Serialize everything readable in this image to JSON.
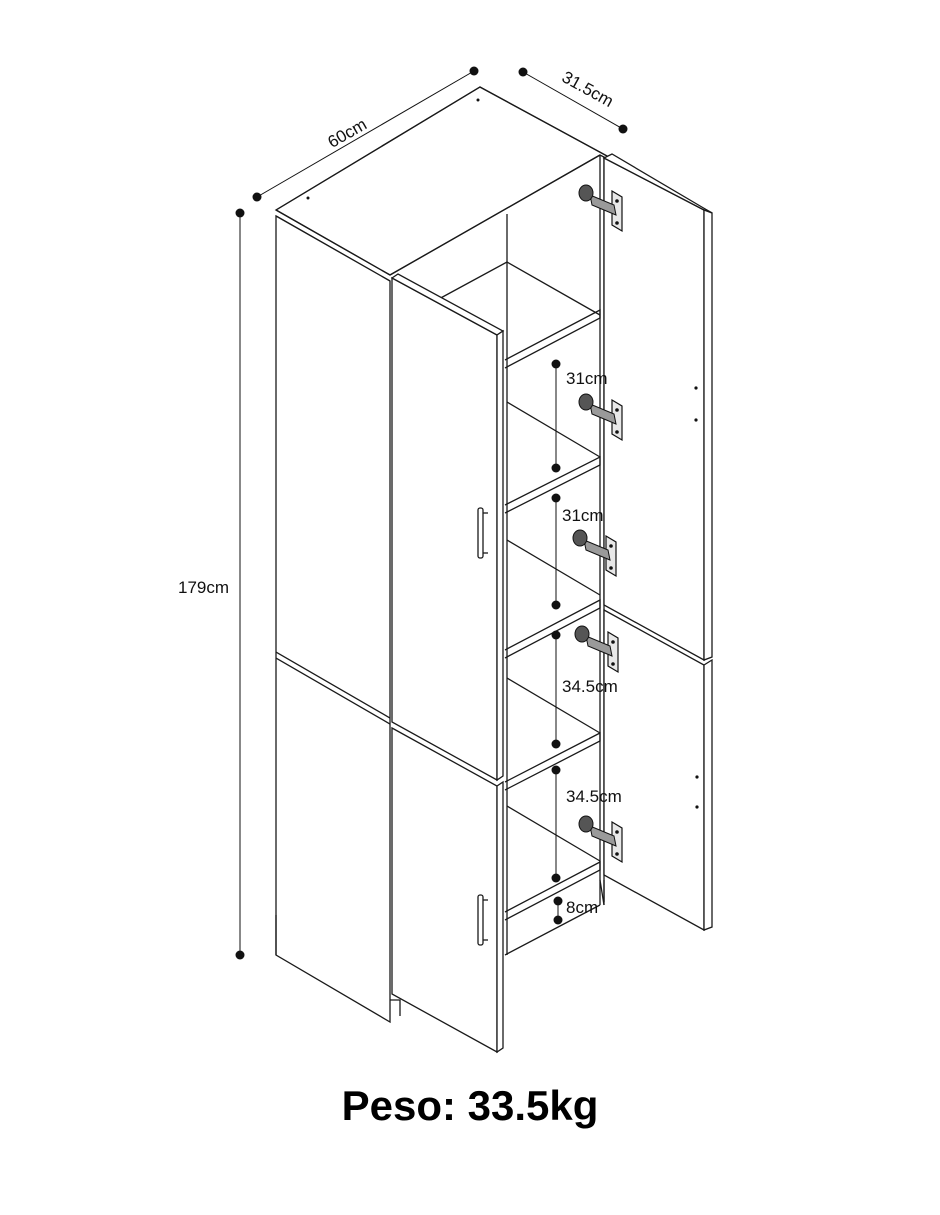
{
  "dimensions": {
    "width": "60cm",
    "depth": "31.5cm",
    "height": "179cm",
    "shelf_1": "31cm",
    "shelf_2": "31cm",
    "shelf_3": "34.5cm",
    "shelf_4": "34.5cm",
    "base": "8cm"
  },
  "weight_label": "Peso: 33.5kg",
  "colors": {
    "line": "#1a1a1a",
    "background": "#ffffff"
  }
}
